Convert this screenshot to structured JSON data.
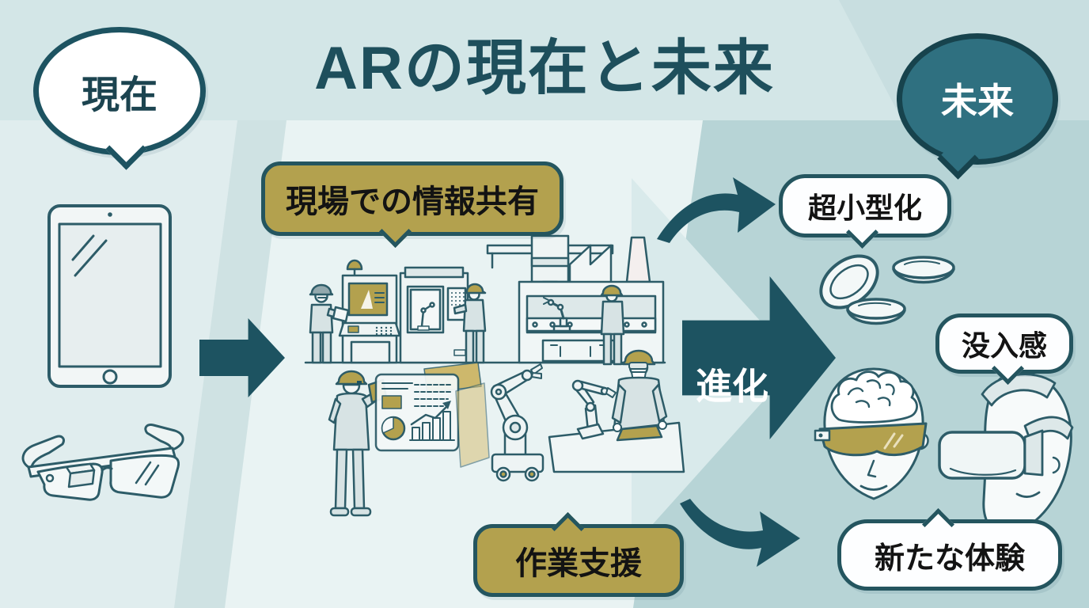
{
  "title": "ARの現在と未来",
  "present_bubble": {
    "label": "現在"
  },
  "future_bubble": {
    "label": "未来"
  },
  "evolution_arrow": {
    "label": "進化"
  },
  "current_side": {
    "labels": {
      "info_sharing": "現場での情報共有",
      "work_support": "作業支援"
    },
    "icons": [
      "tablet",
      "smart-glasses",
      "factory-ar-scene"
    ]
  },
  "future_side": {
    "labels": {
      "miniaturization": "超小型化",
      "immersion": "没入感",
      "new_experience": "新たな体験"
    },
    "icons": [
      "contact-lenses",
      "brain-with-ar-glasses",
      "vr-headset"
    ]
  },
  "colors": {
    "dark_teal": "#1d5361",
    "outline_teal": "#2d5c68",
    "label_border": "#24555f",
    "olive": "#b3a14e",
    "future_fill": "#2f7080",
    "future_border": "#17434d",
    "bg_light": "#e9f3f3",
    "bg_top": "#d3e6e7",
    "bg_right": "#b7d4d6"
  }
}
